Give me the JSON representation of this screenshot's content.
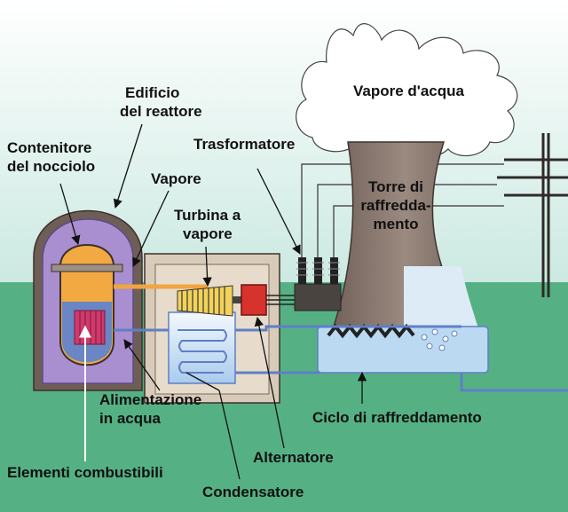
{
  "labels": {
    "edificio_l1": "Edificio",
    "edificio_l2": "del reattore",
    "contenitore_l1": "Contenitore",
    "contenitore_l2": "del nocciolo",
    "vapore": "Vapore",
    "turbina_l1": "Turbina a",
    "turbina_l2": "vapore",
    "trasformatore": "Trasformatore",
    "vapore_acqua": "Vapore d'acqua",
    "torre_l1": "Torre di",
    "torre_l2": "raffredda-",
    "torre_l3": "mento",
    "alimentazione_l1": "Alimentazione",
    "alimentazione_l2": "in acqua",
    "elementi": "Elementi combustibili",
    "ciclo": "Ciclo di raffreddamento",
    "alternatore": "Alternatore",
    "condensatore": "Condensatore"
  },
  "colors": {
    "sky": "#d6efe8",
    "ground": "#55b184",
    "building": "#6f5e56",
    "containment": "#a98ed0",
    "vessel_steam": "#f2a941",
    "vessel_water": "#6a86c4",
    "fuel": "#cf3a6b",
    "tower": "#7e6d64",
    "cooling_water": "#bfdcf4",
    "generator": "#d8322d",
    "pipe_blue": "#5f7fc6",
    "pipe_orange": "#f1a540"
  }
}
